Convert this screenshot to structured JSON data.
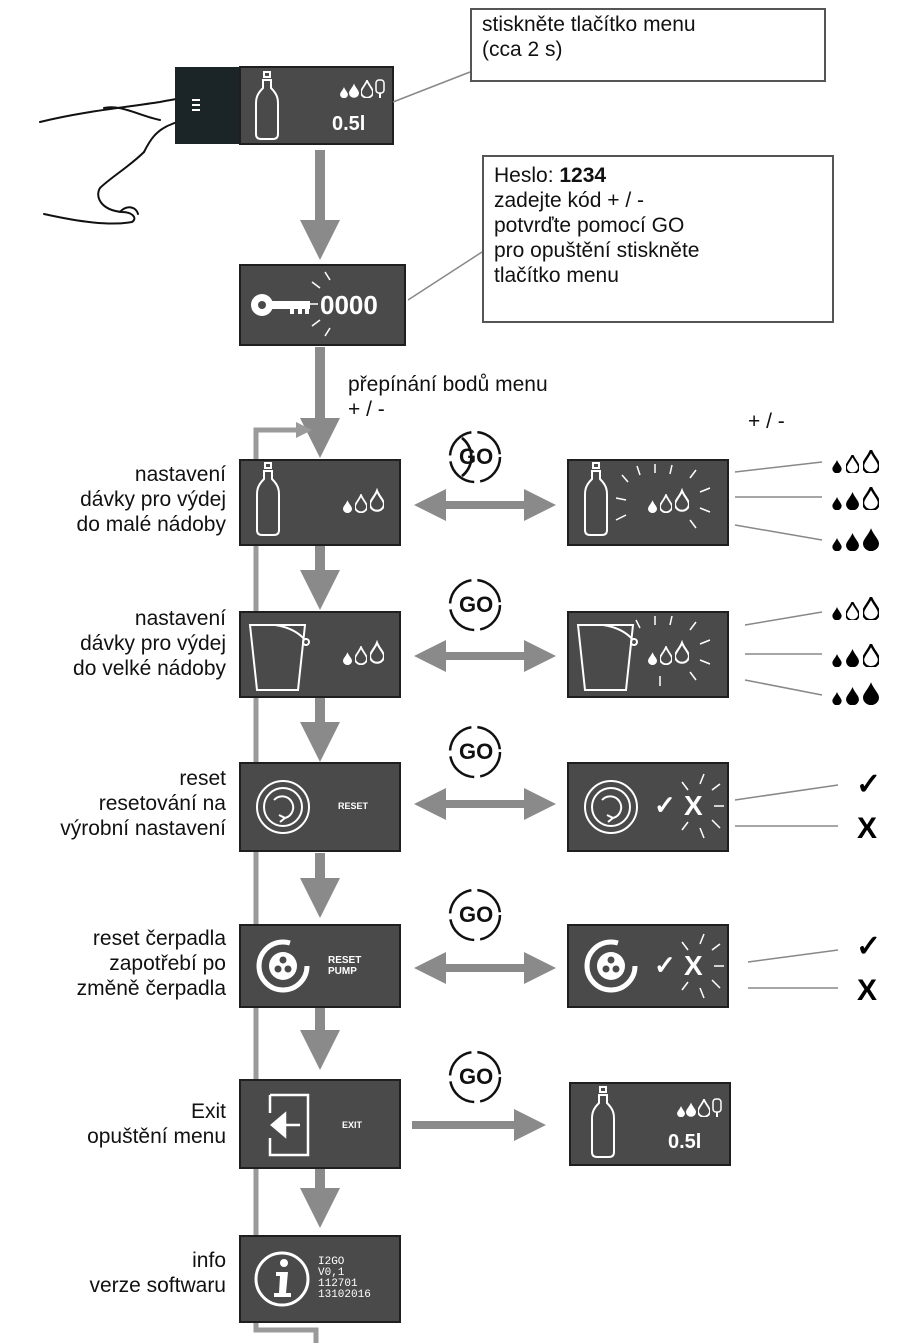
{
  "notes": {
    "press_menu": [
      "stiskněte tlačítko menu",
      "(cca 2 s)"
    ],
    "password_title": "Heslo: ",
    "password_value": "1234",
    "password_lines": [
      "zadejte kód + / -",
      "potvrďte pomocí GO",
      "pro opuštění stiskněte",
      "tlačítko menu"
    ]
  },
  "code_display": "0000",
  "volume": "0.5l",
  "switch_label": [
    "přepínání bodů menu",
    "+ / -"
  ],
  "plus_minus": "+ / -",
  "go_label": "GO",
  "steps": [
    {
      "label": [
        "nastavení",
        "dávky pro výdej",
        "do malé nádoby"
      ]
    },
    {
      "label": [
        "nastavení",
        "dávky pro výdej",
        "do velké nádoby"
      ]
    },
    {
      "label": [
        "reset",
        "resetování na",
        "výrobní nastavení"
      ],
      "screen_text": "RESET"
    },
    {
      "label": [
        "reset čerpadla",
        "zapotřebí po",
        "změně čerpadla"
      ],
      "screen_text": [
        "RESET",
        "PUMP"
      ]
    },
    {
      "label": [
        "Exit",
        "opuštění menu"
      ],
      "screen_text": "EXIT"
    },
    {
      "label": [
        "info",
        "verze softwaru"
      ],
      "info_lines": [
        "I2GO",
        "V0,1",
        "112701",
        "13102016"
      ]
    }
  ],
  "choice_x": "X",
  "choice_check": "✓",
  "colors": {
    "screen": "#4a4a4a",
    "arrow": "#8a8a8a",
    "border": "#1f1f1f"
  }
}
